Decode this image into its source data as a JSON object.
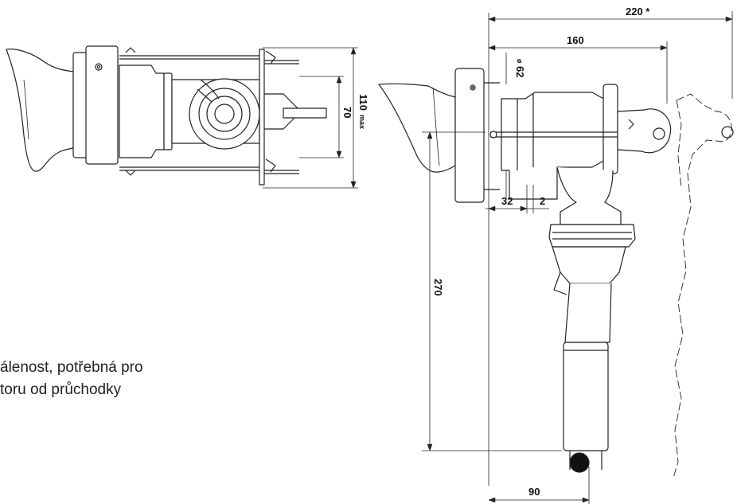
{
  "dimensions": {
    "d220": "220 *",
    "d160": "160",
    "d62": "62",
    "d62_prefix": "ø",
    "d110": "110",
    "d110_suffix": "max",
    "d70": "70",
    "d32": "32",
    "d2": "2",
    "d270": "270",
    "d90": "90"
  },
  "note": {
    "line1": "álenost, potřebná pro",
    "line2": "toru od průchodky"
  }
}
